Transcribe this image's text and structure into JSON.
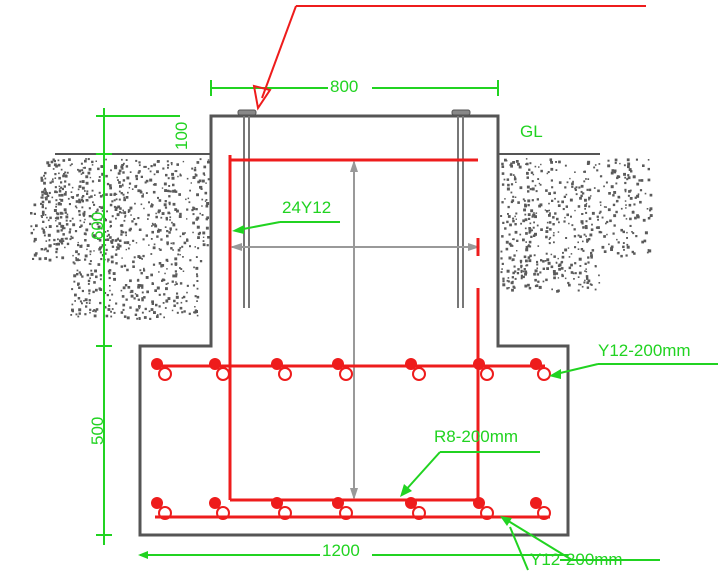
{
  "labels": {
    "dim_top": "800",
    "dim_100": "100",
    "dim_600": "600",
    "dim_500": "500",
    "dim_1200": "1200",
    "ground": "GL",
    "starter_bars": "24Y12",
    "top_mesh": "Y12-200mm",
    "links": "R8-200mm",
    "bottom_mesh": "Y12-200mm"
  },
  "colors": {
    "concrete": "#555555",
    "rebar": "#ee1c1c",
    "dimension": "#21d321",
    "soil": "#5a5a5a",
    "bolt": "#777777",
    "background": "#ffffff"
  }
}
